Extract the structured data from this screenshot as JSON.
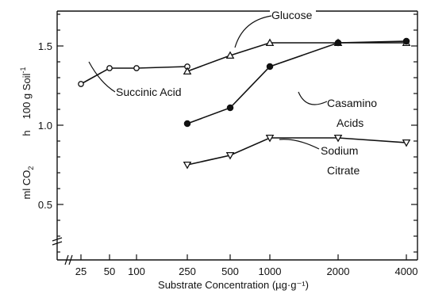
{
  "chart_data": {
    "type": "line",
    "x_scale": "log",
    "categories": [
      "25",
      "50",
      "100",
      "250",
      "500",
      "1000",
      "2000",
      "4000"
    ],
    "x": [
      25,
      50,
      100,
      250,
      500,
      1000,
      2000,
      4000
    ],
    "xlabel": "Substrate Concentration (µg·g⁻¹)",
    "ylabel": {
      "part1": "ml CO",
      "sub": "2",
      "part2": "h",
      "part3": "100 g Soil",
      "sup": "-1"
    },
    "ylim": [
      0.15,
      1.72
    ],
    "yticks": [
      0.5,
      1.0,
      1.5
    ],
    "ytick_labels": [
      "0.5",
      "1.0",
      "1.5"
    ],
    "grid": false,
    "series": [
      {
        "name": "Succinic Acid",
        "marker": "open-circle",
        "x": [
          25,
          50,
          100,
          250
        ],
        "values": [
          1.26,
          1.36,
          1.36,
          1.37
        ]
      },
      {
        "name": "Glucose",
        "marker": "open-triangle-up",
        "x": [
          250,
          500,
          1000,
          2000,
          4000
        ],
        "values": [
          1.34,
          1.44,
          1.52,
          1.52,
          1.52
        ]
      },
      {
        "name": "Casamino Acids",
        "label_lines": [
          "Casamino",
          "Acids"
        ],
        "marker": "filled-circle",
        "x": [
          250,
          500,
          1000,
          2000,
          4000
        ],
        "values": [
          1.01,
          1.11,
          1.37,
          1.52,
          1.53
        ]
      },
      {
        "name": "Sodium Citrate",
        "label_lines": [
          "Sodium",
          "Citrate"
        ],
        "marker": "open-triangle-down",
        "x": [
          250,
          500,
          1000,
          2000,
          4000
        ],
        "values": [
          0.75,
          0.81,
          0.92,
          0.92,
          0.89
        ]
      }
    ]
  }
}
